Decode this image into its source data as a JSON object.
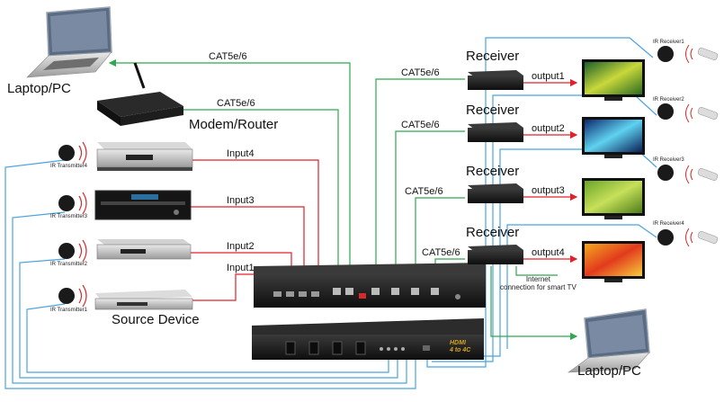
{
  "labels": {
    "laptop_top": "Laptop/PC",
    "laptop_bottom": "Laptop/PC",
    "modem": "Modem/Router",
    "source_device": "Source Device",
    "receiver1": "Receiver",
    "receiver2": "Receiver",
    "receiver3": "Receiver",
    "receiver4": "Receiver",
    "output1": "output1",
    "output2": "output2",
    "output3": "output3",
    "output4": "output4",
    "input1": "Input1",
    "input2": "Input2",
    "input3": "Input3",
    "input4": "Input4",
    "cat_laptop": "CAT5e/6",
    "cat_modem": "CAT5e/6",
    "cat_r1": "CAT5e/6",
    "cat_r2": "CAT5e/6",
    "cat_r3": "CAT5e/6",
    "cat_r4": "CAT5e/6",
    "ir_tx1": "IR Transmitter1",
    "ir_tx2": "IR Transmitter2",
    "ir_tx3": "IR Transmitter3",
    "ir_tx4": "IR Transmitter4",
    "ir_rx1": "IR Receiver1",
    "ir_rx2": "IR Receiver2",
    "ir_rx3": "IR Receiver3",
    "ir_rx4": "IR Receiver4",
    "internet": "Internet\nconnection for smart TV",
    "hdmi_badge": "HDMI\n4 to 4C"
  },
  "colors": {
    "input_line": "#e0202a",
    "output_line": "#e0202a",
    "cat_line": "#2fa84f",
    "ir_line": "#4aa3df",
    "device": "#1b1b1b"
  }
}
